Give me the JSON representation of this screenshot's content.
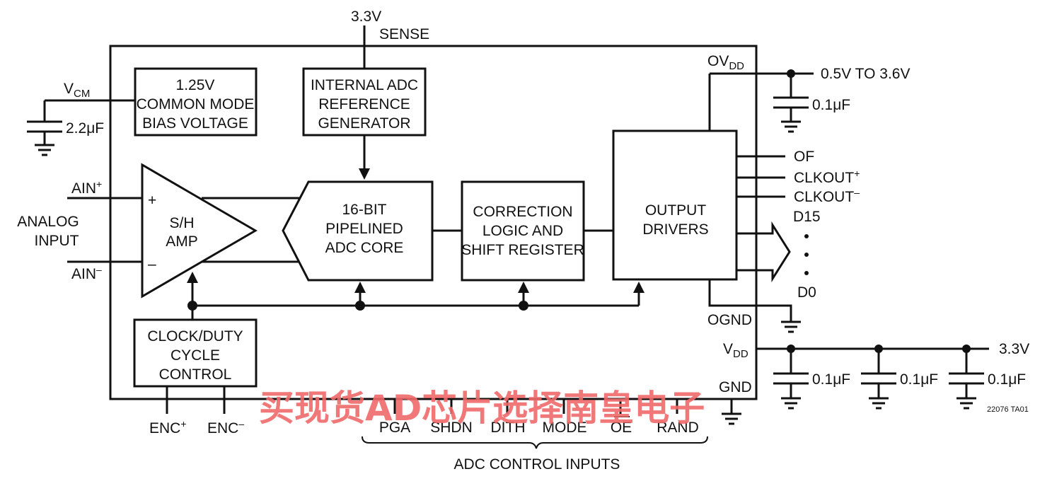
{
  "supply": {
    "top_voltage": "3.3V",
    "sense": "SENSE"
  },
  "vcm": {
    "v": "V",
    "sub": "CM",
    "cap": "2.2μF"
  },
  "blocks": {
    "bias": [
      "1.25V",
      "COMMON MODE",
      "BIAS VOLTAGE"
    ],
    "reference": [
      "INTERNAL ADC",
      "REFERENCE",
      "GENERATOR"
    ],
    "sh_amp": [
      "S/H",
      "AMP"
    ],
    "adc_core": [
      "16-BIT",
      "PIPELINED",
      "ADC CORE"
    ],
    "correction": [
      "CORRECTION",
      "LOGIC AND",
      "SHIFT REGISTER"
    ],
    "output_drivers": [
      "OUTPUT",
      "DRIVERS"
    ],
    "clock": [
      "CLOCK/DUTY",
      "CYCLE",
      "CONTROL"
    ]
  },
  "amp_signs": {
    "plus": "+",
    "minus": "–"
  },
  "inputs": {
    "ain_plus": "AIN",
    "ain_plus_sup": "+",
    "ain_minus": "AIN",
    "ain_minus_sup": "–",
    "analog": [
      "ANALOG",
      "INPUT"
    ]
  },
  "ovdd": {
    "label": "OV",
    "sub": "DD",
    "range": "0.5V TO 3.6V",
    "cap": "0.1μF"
  },
  "outputs": {
    "of": "OF",
    "clkout_plus": "CLKOUT",
    "clkout_plus_sup": "+",
    "clkout_minus": "CLKOUT",
    "clkout_minus_sup": "–",
    "d15": "D15",
    "d0": "D0"
  },
  "ognd": "OGND",
  "vdd": {
    "label": "V",
    "sub": "DD",
    "voltage": "3.3V",
    "caps": [
      "0.1μF",
      "0.1μF",
      "0.1μF"
    ]
  },
  "gnd": "GND",
  "enc": {
    "plus": "ENC",
    "plus_sup": "+",
    "minus": "ENC",
    "minus_sup": "–"
  },
  "control_pins": [
    "PGA",
    "SHDN",
    "DITH",
    "MODE",
    "OE",
    "RAND"
  ],
  "control_label": "ADC CONTROL INPUTS",
  "figure_id": "22076 TA01",
  "watermark": "买现货AD芯片选择南皇电子"
}
